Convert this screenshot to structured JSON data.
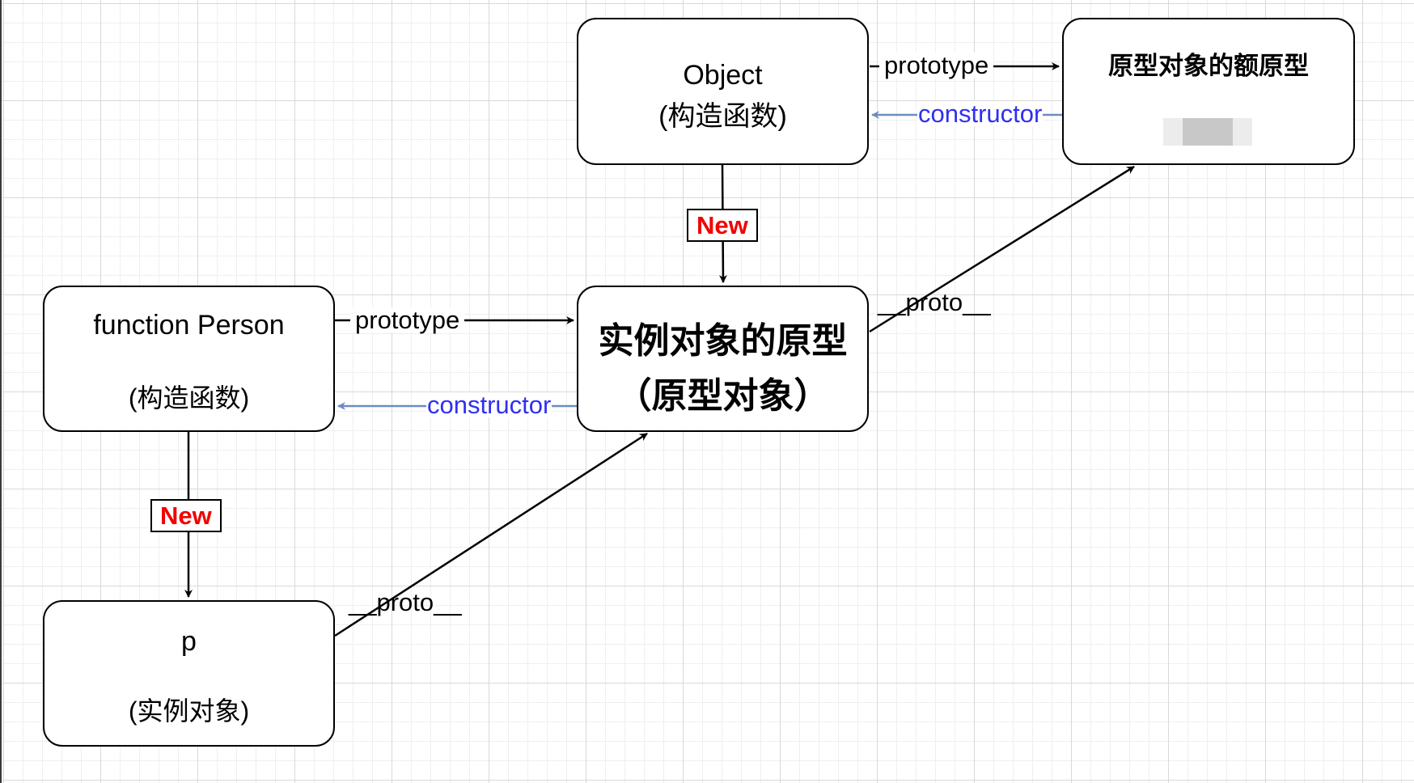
{
  "nodes": {
    "object": {
      "line1": "Object",
      "line2": "(构造函数)"
    },
    "extended_prototype": {
      "title": "原型对象的额原型"
    },
    "person": {
      "line1": "function Person",
      "line2": "(构造函数)"
    },
    "instance_prototype": {
      "line1": "实例对象的原型",
      "line2": "（原型对象）"
    },
    "p": {
      "line1": "p",
      "line2": "(实例对象)"
    }
  },
  "edges": {
    "object_prototype": "prototype",
    "ext_constructor": "constructor",
    "object_new": "New",
    "proto_proto": "__proto__",
    "person_prototype": "prototype",
    "proto_constructor": "constructor",
    "person_new": "New",
    "p_proto": "__proto__"
  },
  "colors": {
    "new_label": "#f20000",
    "constructor_label": "#2f2ff2",
    "constructor_arrow": "#6c8ebf",
    "arrow": "#000000"
  }
}
